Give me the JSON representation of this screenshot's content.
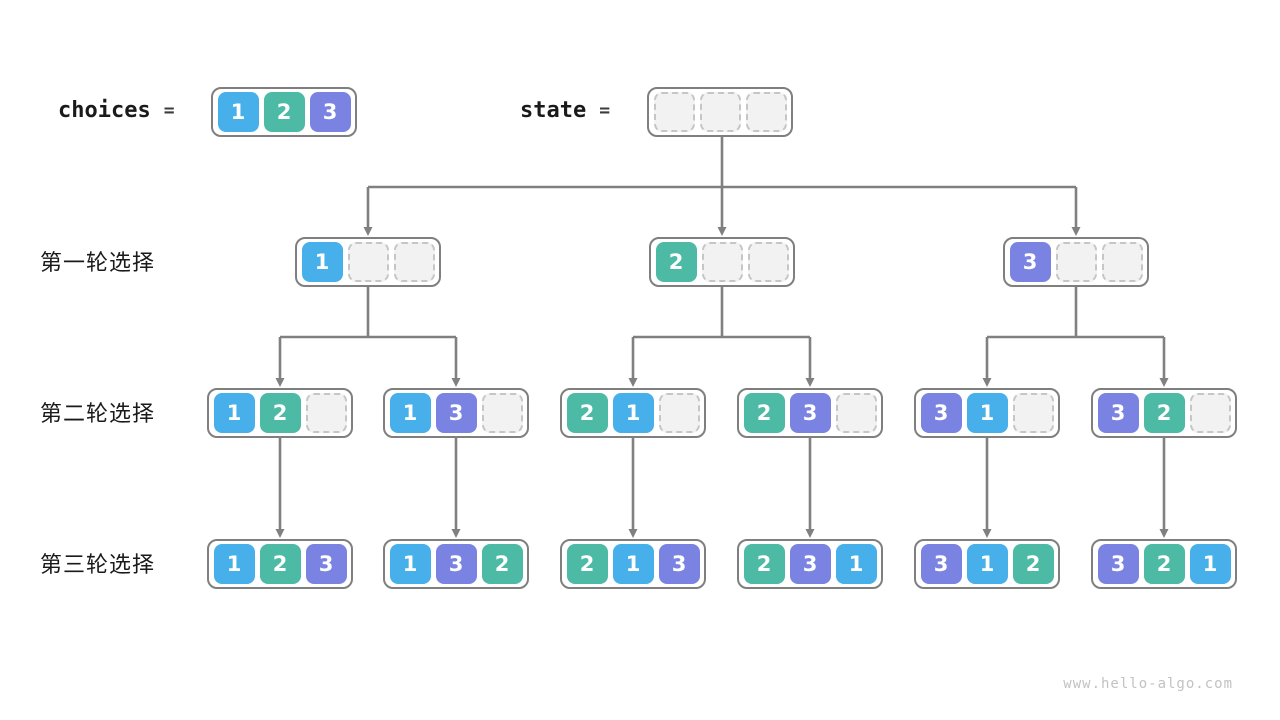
{
  "colors": {
    "cell": {
      "1": "#47afe9",
      "2": "#4dbaa6",
      "3": "#7b83e2"
    },
    "empty_fill": "#f2f2f2",
    "empty_border": "#c6c6c6",
    "node_border": "#7f7f7f",
    "arrow": "#808080",
    "label": "#1a1a1a",
    "watermark": "#c2c2c2"
  },
  "header": {
    "choices": {
      "label": "choices",
      "equals": "=",
      "cells": [
        1,
        2,
        3
      ]
    },
    "state": {
      "label": "state",
      "equals": "=",
      "cells": [
        null,
        null,
        null
      ]
    }
  },
  "rows": [
    {
      "label": "第一轮选择",
      "nodes": [
        {
          "cells": [
            1,
            null,
            null
          ]
        },
        {
          "cells": [
            2,
            null,
            null
          ]
        },
        {
          "cells": [
            3,
            null,
            null
          ]
        }
      ]
    },
    {
      "label": "第二轮选择",
      "nodes": [
        {
          "cells": [
            1,
            2,
            null
          ]
        },
        {
          "cells": [
            1,
            3,
            null
          ]
        },
        {
          "cells": [
            2,
            1,
            null
          ]
        },
        {
          "cells": [
            2,
            3,
            null
          ]
        },
        {
          "cells": [
            3,
            1,
            null
          ]
        },
        {
          "cells": [
            3,
            2,
            null
          ]
        }
      ]
    },
    {
      "label": "第三轮选择",
      "nodes": [
        {
          "cells": [
            1,
            2,
            3
          ]
        },
        {
          "cells": [
            1,
            3,
            2
          ]
        },
        {
          "cells": [
            2,
            1,
            3
          ]
        },
        {
          "cells": [
            2,
            3,
            1
          ]
        },
        {
          "cells": [
            3,
            1,
            2
          ]
        },
        {
          "cells": [
            3,
            2,
            1
          ]
        }
      ]
    }
  ],
  "watermark": "www.hello-algo.com"
}
